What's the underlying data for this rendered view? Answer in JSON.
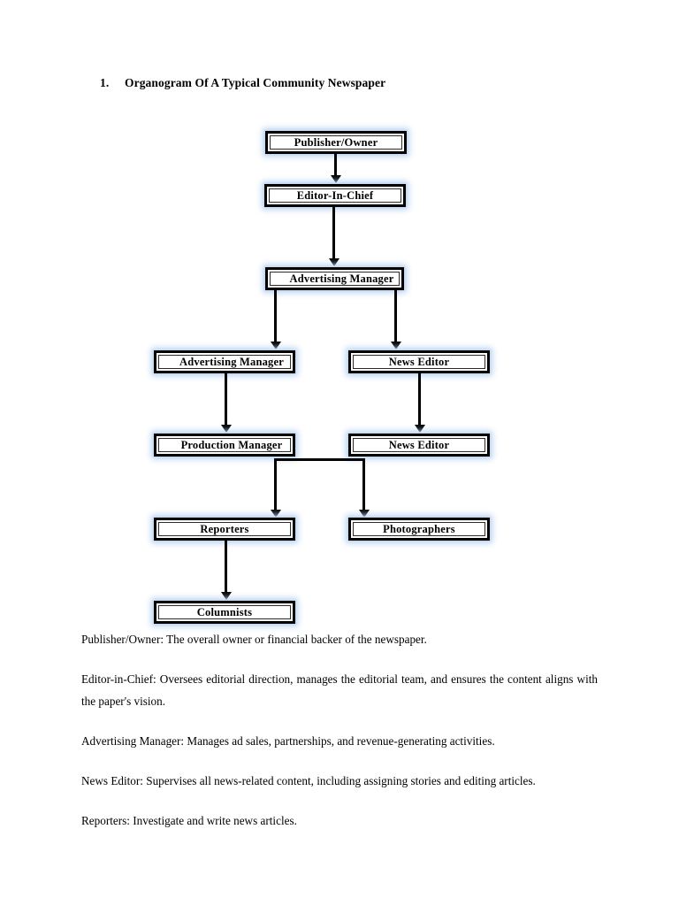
{
  "document": {
    "heading": {
      "number": "1.",
      "text": "Organogram Of A Typical Community Newspaper"
    },
    "diagram": {
      "type": "organogram",
      "nodes": [
        {
          "id": "publisher",
          "label": "Publisher/Owner",
          "row": 1,
          "column": "center"
        },
        {
          "id": "editor",
          "label": "Editor-In-Chief",
          "row": 2,
          "column": "center"
        },
        {
          "id": "adman-top",
          "label": "Advertising Manager",
          "row": 3,
          "column": "center"
        },
        {
          "id": "adman-left",
          "label": "Advertising Manager",
          "row": 4,
          "column": "left"
        },
        {
          "id": "news-right",
          "label": "News Editor",
          "row": 4,
          "column": "right"
        },
        {
          "id": "production",
          "label": "Production Manager",
          "row": 5,
          "column": "left"
        },
        {
          "id": "news-2",
          "label": "News Editor",
          "row": 5,
          "column": "right"
        },
        {
          "id": "reporters",
          "label": "Reporters",
          "row": 6,
          "column": "left"
        },
        {
          "id": "photograph",
          "label": "Photographers",
          "row": 6,
          "column": "right"
        },
        {
          "id": "columnists",
          "label": "Columnists",
          "row": 7,
          "column": "left"
        }
      ],
      "edges": [
        {
          "from": "publisher",
          "to": "editor"
        },
        {
          "from": "editor",
          "to": "adman-top"
        },
        {
          "from": "adman-top",
          "to": "adman-left"
        },
        {
          "from": "adman-top",
          "to": "news-right"
        },
        {
          "from": "adman-left",
          "to": "production"
        },
        {
          "from": "news-right",
          "to": "news-2"
        },
        {
          "from": "production",
          "to": "reporters"
        },
        {
          "from": "production",
          "to": "photograph"
        },
        {
          "from": "reporters",
          "to": "columnists"
        }
      ],
      "colors": {
        "box_border": "#000000",
        "box_fill": "#ffffff",
        "glow": "#bcd4f2",
        "connector": "#000000"
      }
    },
    "paragraphs": [
      "Publisher/Owner: The overall owner or financial backer of the newspaper.",
      "Editor-in-Chief: Oversees editorial direction, manages the editorial team, and ensures the content aligns with the paper's vision.",
      "Advertising Manager: Manages ad sales, partnerships, and revenue-generating activities.",
      "News Editor: Supervises all news-related content, including assigning stories and editing articles.",
      "Reporters: Investigate and write news articles."
    ]
  }
}
